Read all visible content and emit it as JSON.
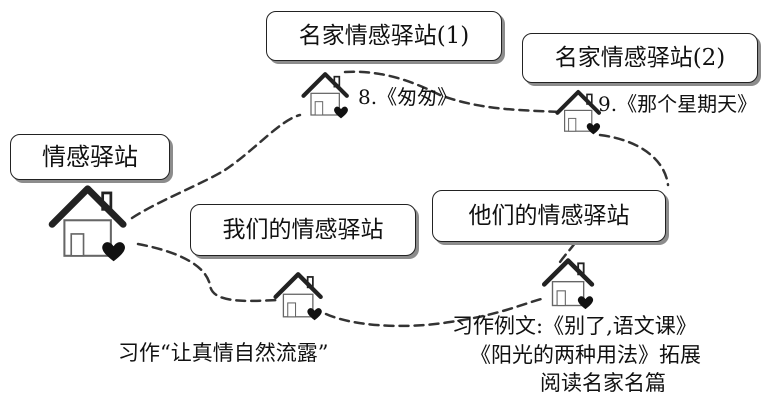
{
  "stations": {
    "main": "情感驿站",
    "famous1": "名家情感驿站(1)",
    "famous2": "名家情感驿站(2)",
    "ours": "我们的情感驿站",
    "theirs": "他们的情感驿站"
  },
  "labels": {
    "lesson8": "8.《匆匆》",
    "lesson9": "9.《那个星期天》",
    "writing": "习作“让真情自然流露”",
    "example_line1": "习作例文:《别了,语文课》",
    "example_line2": "《阳光的两种用法》拓展",
    "example_line3": "阅读名家名篇"
  },
  "colors": {
    "stroke": "#222222",
    "shadow": "#8c8c8c",
    "heart": "#111111"
  },
  "icons": [
    "house-heart-icon"
  ]
}
